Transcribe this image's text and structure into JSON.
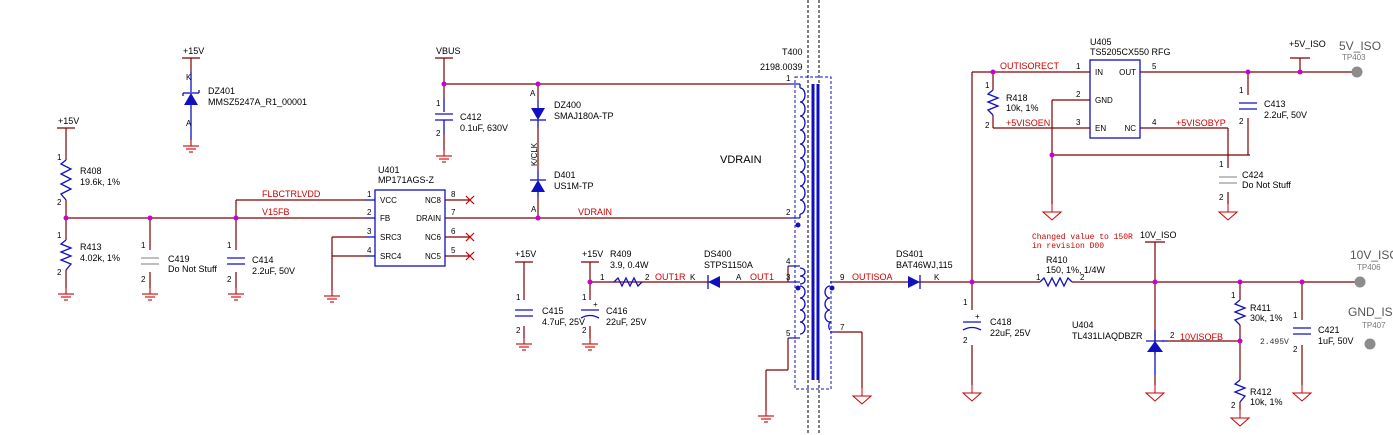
{
  "rails": {
    "p15_a": "+15V",
    "p15_b": "+15V",
    "p15_c": "+15V",
    "p15_d": "+15V",
    "vbus": "VBUS",
    "p5v_iso": "+5V_ISO",
    "v10_iso": "10V_ISO"
  },
  "testpoints": {
    "tp403": {
      "net": "5V_ISO",
      "ref": "TP403"
    },
    "tp406": {
      "net": "10V_ISO",
      "ref": "TP406"
    },
    "tp407": {
      "net": "GND_ISO",
      "ref": "TP407"
    }
  },
  "nets": {
    "flbctrlvdd": "FLBCTRLVDD",
    "v15fb": "V15FB",
    "vdrain_net": "VDRAIN",
    "vdrain_big": "VDRAIN",
    "out1r": "OUT1R",
    "out1": "OUT1",
    "outisoa": "OUTISOA",
    "outisorect": "OUTISORECT",
    "p5visoen": "+5VISOEN",
    "p5visobyp": "+5VISOBYP",
    "v10visofb": "10VISOFB",
    "kclk": "K/CLK"
  },
  "components": {
    "dz401": {
      "ref": "DZ401",
      "value": "MMSZ5247A_R1_00001"
    },
    "r408": {
      "ref": "R408",
      "value": "19.6k, 1%"
    },
    "r413": {
      "ref": "R413",
      "value": "4.02k, 1%"
    },
    "c419": {
      "ref": "C419",
      "value": "Do Not Stuff"
    },
    "c414": {
      "ref": "C414",
      "value": "2.2uF, 50V"
    },
    "c412": {
      "ref": "C412",
      "value": "0.1uF, 630V"
    },
    "u401": {
      "ref": "U401",
      "value": "MP171AGS-Z",
      "pins_left": [
        "VCC",
        "FB",
        "SRC3",
        "SRC4"
      ],
      "pins_right": [
        "NC8",
        "DRAIN",
        "NC6",
        "NC5"
      ]
    },
    "dz400": {
      "ref": "DZ400",
      "value": "SMAJ180A-TP"
    },
    "d401": {
      "ref": "D401",
      "value": "US1M-TP"
    },
    "t400": {
      "ref": "T400",
      "value": "2198.0039"
    },
    "c415": {
      "ref": "C415",
      "value": "4.7uF, 25V"
    },
    "c416": {
      "ref": "C416",
      "value": "22uF, 25V"
    },
    "r409": {
      "ref": "R409",
      "value": "3.9, 0.4W"
    },
    "ds400": {
      "ref": "DS400",
      "value": "STPS1150A"
    },
    "ds401": {
      "ref": "DS401",
      "value": "BAT46WJ,115"
    },
    "u405": {
      "ref": "U405",
      "value": "TS5205CX550 RFG",
      "pins_left": [
        "IN",
        "GND",
        "EN"
      ],
      "pins_right": [
        "OUT",
        "NC"
      ]
    },
    "r418": {
      "ref": "R418",
      "value": "10k, 1%"
    },
    "c413": {
      "ref": "C413",
      "value": "2.2uF, 50V"
    },
    "c424": {
      "ref": "C424",
      "value": "Do Not Stuff"
    },
    "r410": {
      "ref": "R410",
      "value": "150, 1%, 1/4W"
    },
    "c418": {
      "ref": "C418",
      "value": "22uF, 25V"
    },
    "u404": {
      "ref": "U404",
      "value": "TL431LIAQDBZR"
    },
    "r411": {
      "ref": "R411",
      "value": "30k, 1%"
    },
    "r412": {
      "ref": "R412",
      "value": "10k, 1%"
    },
    "c421": {
      "ref": "C421",
      "value": "1uF, 50V"
    }
  },
  "annotations": {
    "change_note_1": "Changed value to 150R",
    "change_note_2": "in revision D00",
    "vref": "2.495V"
  },
  "colors": {
    "wire": "#800000",
    "component": "#1010c0",
    "net_label": "#cc0000",
    "junction": "#cc00cc"
  }
}
